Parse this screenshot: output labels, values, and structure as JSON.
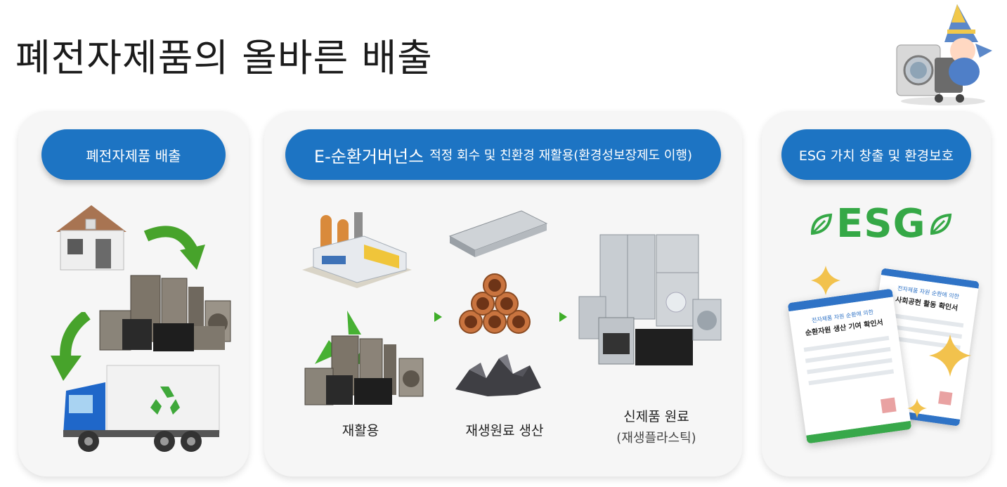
{
  "page": {
    "title": "폐전자제품의 올바른 배출"
  },
  "cards": [
    {
      "heading": "폐전자제품 배출"
    },
    {
      "heading_main": "E-순환거버넌스",
      "heading_sub": "적정 회수 및 친환경 재활용(환경성보장제도 이행)",
      "steps": {
        "recycle": "재활용",
        "raw": "재생원료 생산",
        "product": "신제품 원료",
        "product_sub": "(재생플라스틱)"
      }
    },
    {
      "heading": "ESG 가치 창출 및 환경보호",
      "esg_logo": "ESG",
      "doc_front_top": "전자제품 자원 순환에 의한",
      "doc_front_title": "순환자원 생산 기여 확인서",
      "doc_back_top": "전자제품 자원 순환에 의한",
      "doc_back_title": "사회공헌 활동 확인서"
    }
  ],
  "colors": {
    "accent": "#1d74c3",
    "green": "#35a846",
    "card": "#f6f6f6"
  },
  "icons": [
    "mascot-icon",
    "house-icon",
    "appliances-icon",
    "truck-icon",
    "factory-icon",
    "recycle-icon",
    "metal-sheet-icon",
    "copper-pipes-icon",
    "scrap-icon",
    "new-appliances-icon",
    "leaf-icon",
    "certificate-icon",
    "sparkle-icon"
  ]
}
